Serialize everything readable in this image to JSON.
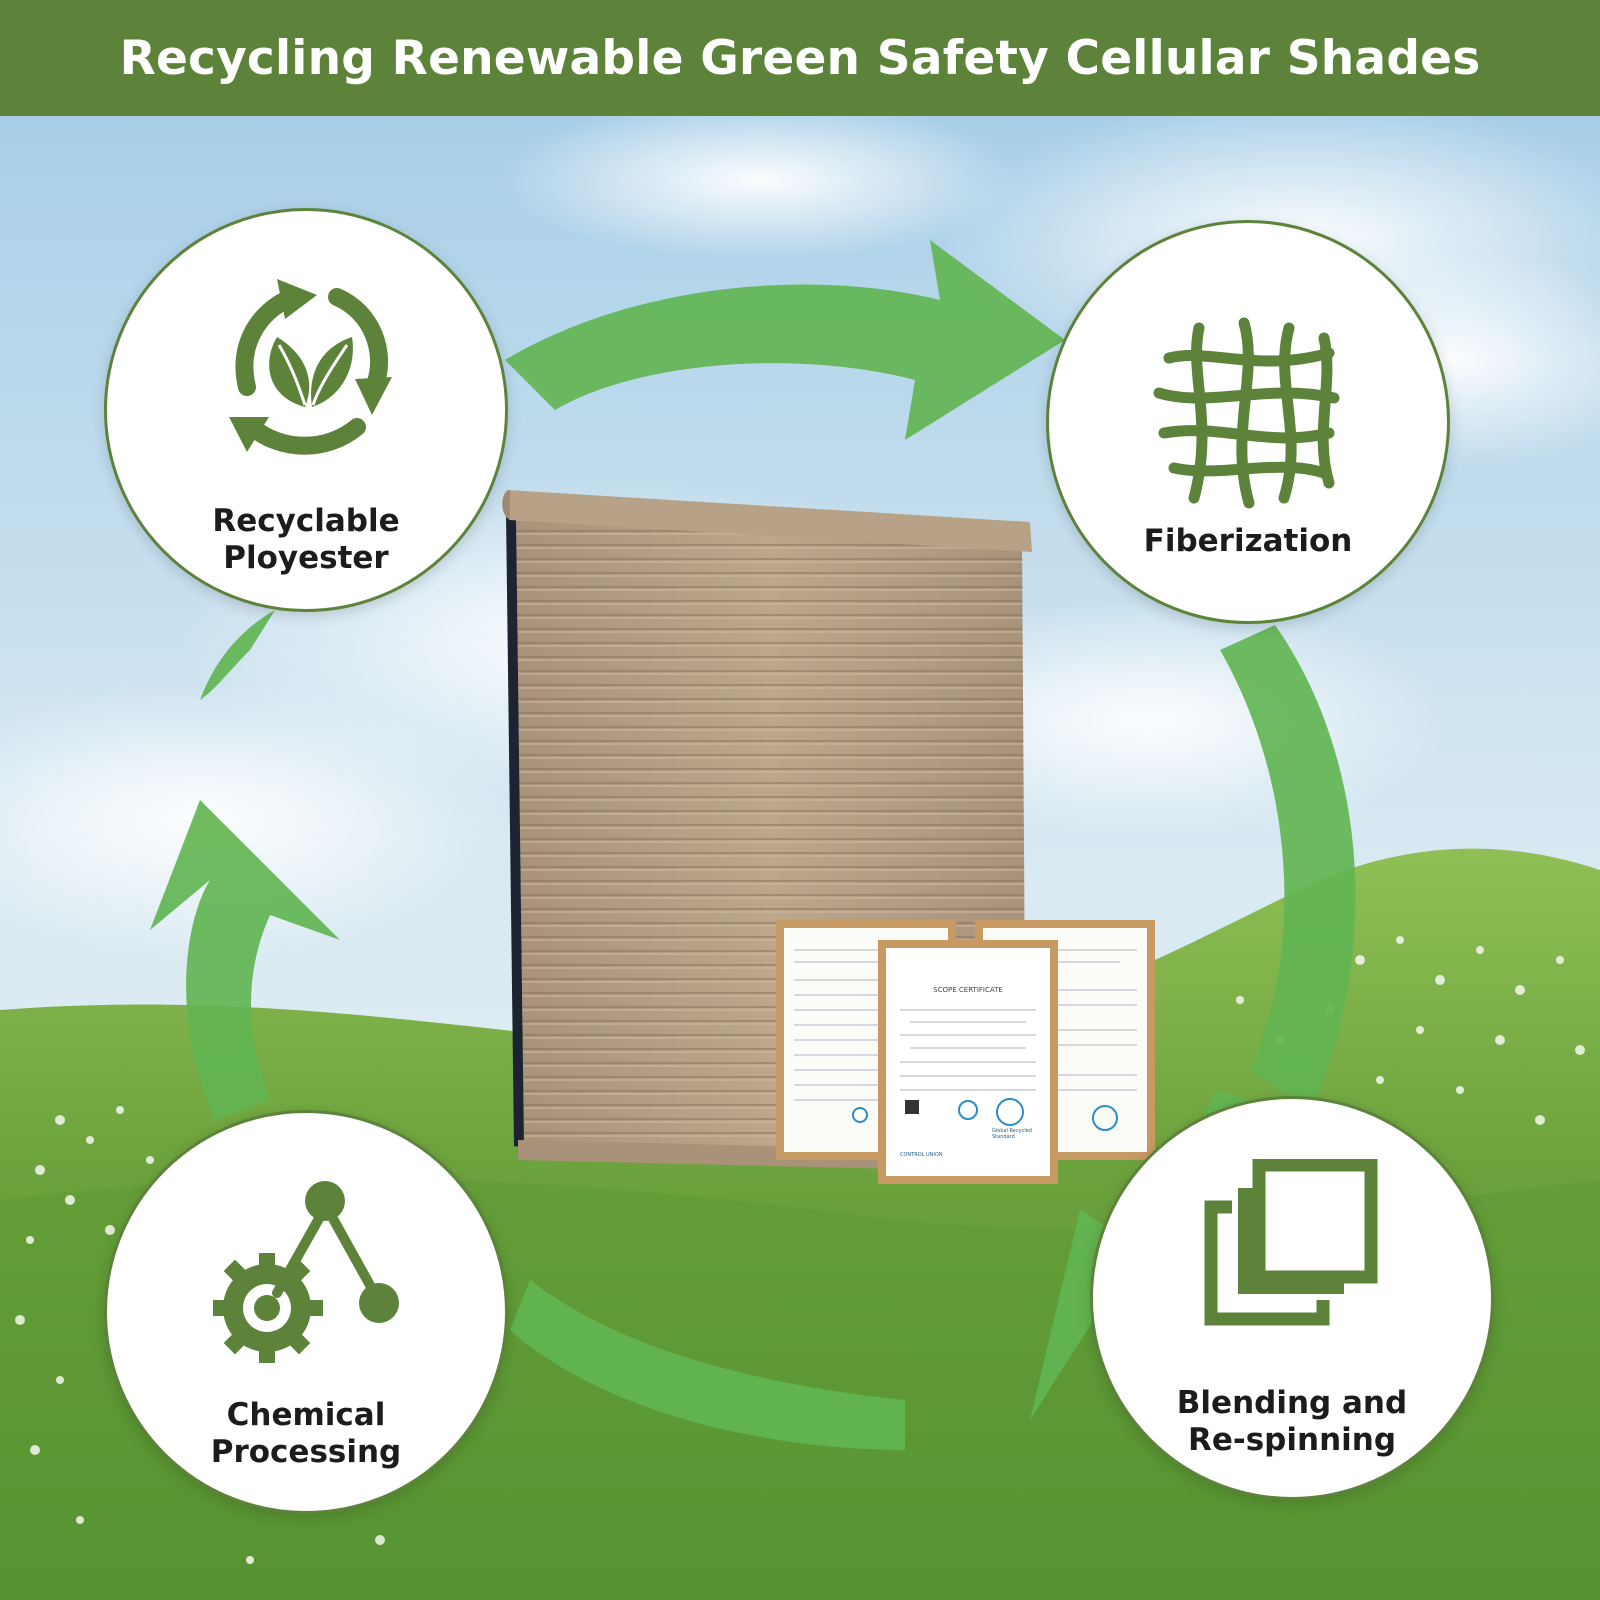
{
  "banner": {
    "title": "Recycling Renewable Green Safety Cellular Shades"
  },
  "steps": [
    {
      "label_line1": "Recyclable",
      "label_line2": "Ployester",
      "icon": "recycle-leaf-icon"
    },
    {
      "label_line1": "Fiberization",
      "label_line2": "",
      "icon": "fiber-mesh-icon"
    },
    {
      "label_line1": "Blending and",
      "label_line2": "Re-spinning",
      "icon": "layered-squares-icon"
    },
    {
      "label_line1": "Chemical",
      "label_line2": "Processing",
      "icon": "gear-molecule-icon"
    }
  ],
  "certificate": {
    "heading": "SCOPE CERTIFICATE",
    "badge_text": "Global Recycled Standard",
    "footer_brand": "CONTROL UNION"
  },
  "colors": {
    "brand_green": "#5d833a",
    "arrow_green": "#62b553",
    "shade_beige": "#b59f84",
    "frame_wood": "#c89a63"
  }
}
